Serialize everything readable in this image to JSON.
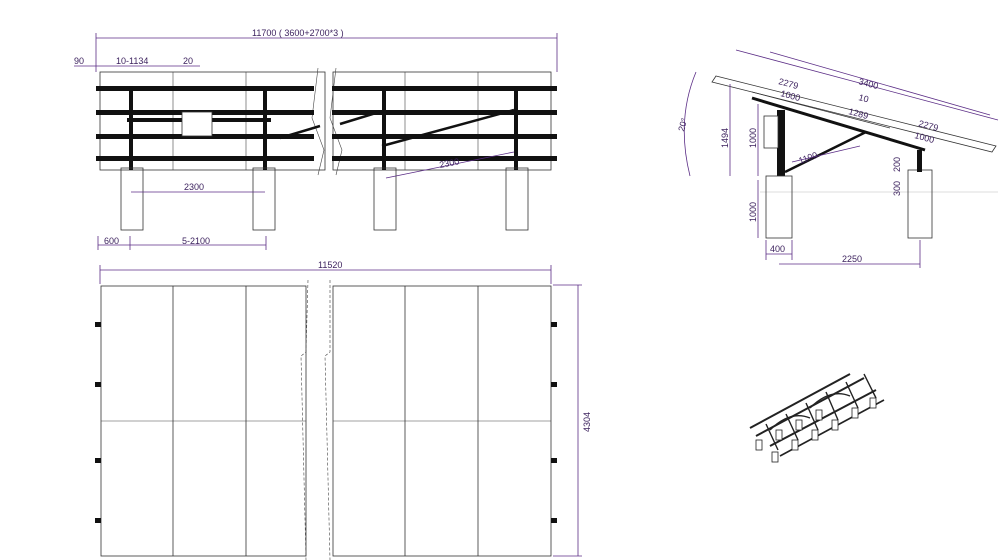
{
  "front_view": {
    "overall_length": "11700 ( 3600+2700*3 )",
    "overhang": "90",
    "purlin_spacing": "10-1134",
    "gap": "20",
    "pile_spacing_center": "2300",
    "brace_length": "2300",
    "pile_offset": "600",
    "pile_spacing": "5-2100"
  },
  "side_view": {
    "tilt_angle": "20°",
    "panel_length": "3400",
    "segment_upper": "2279",
    "segment_upper_right": "2279",
    "segment_1000_left": "1000",
    "segment_1000_right": "1000",
    "segment_10": "10",
    "segment_1289": "1289",
    "front_height": "1494",
    "post_height": "1000",
    "brace": "1100",
    "rear_post": "300",
    "rear_post_b": "200",
    "pile_depth": "1000",
    "pile_width": "400",
    "pile_span": "2250"
  },
  "plan_view": {
    "width": "11520",
    "height": "4304"
  },
  "isometric": {
    "name": "mount-3d-view"
  }
}
